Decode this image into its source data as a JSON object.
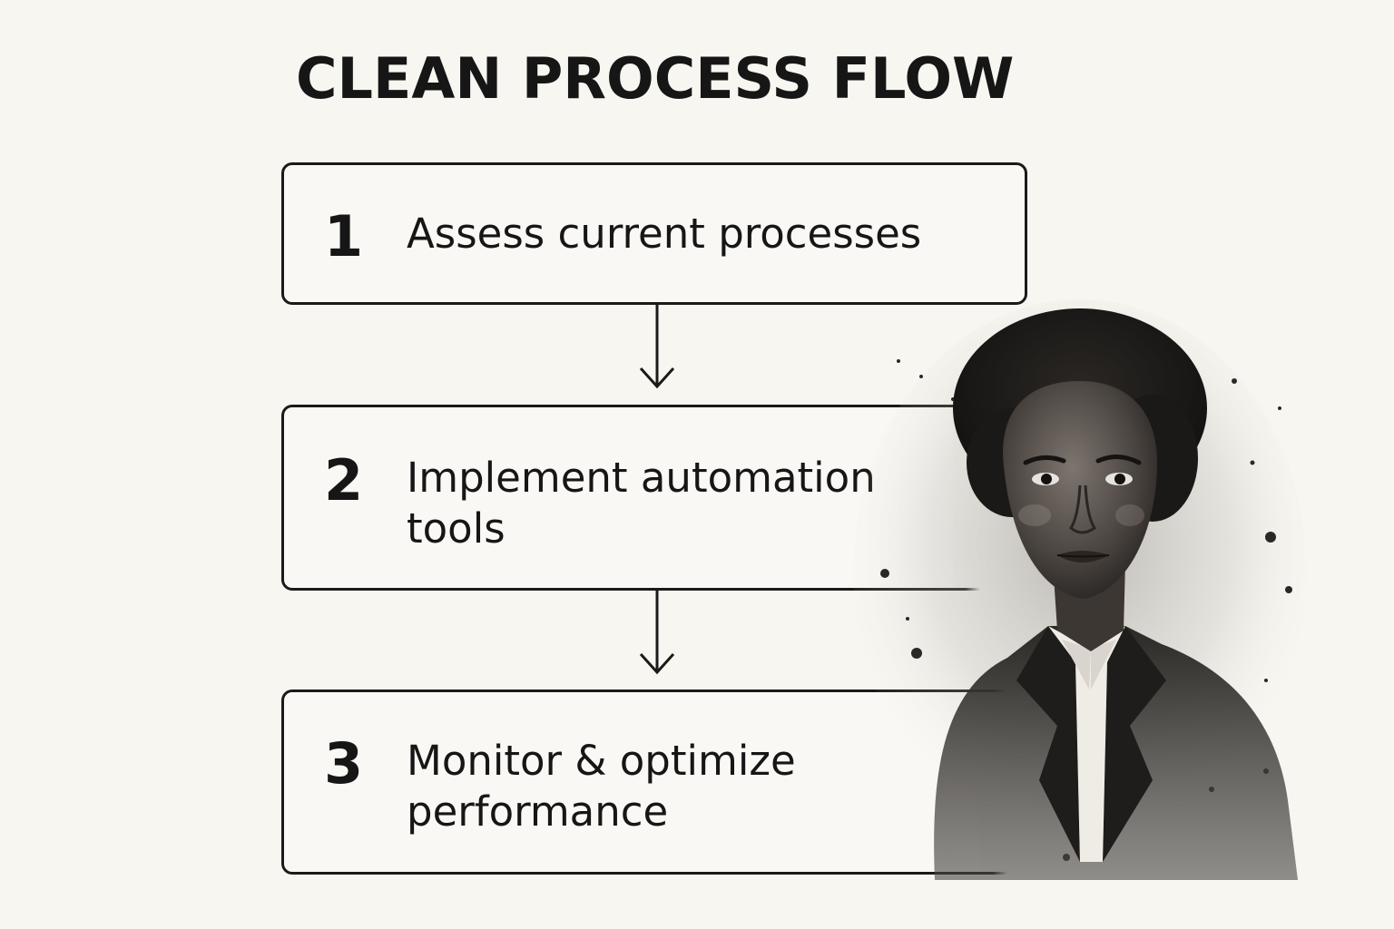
{
  "title": "CLEAN PROCESS FLOW",
  "steps": [
    {
      "number": "1",
      "text": "Assess current processes"
    },
    {
      "number": "2",
      "text": "Implement automation tools"
    },
    {
      "number": "3",
      "text": "Monitor & optimize performance"
    }
  ],
  "colors": {
    "background": "#f8f6f1",
    "ink": "#161616"
  },
  "illustration": "woman-portrait-illustration"
}
